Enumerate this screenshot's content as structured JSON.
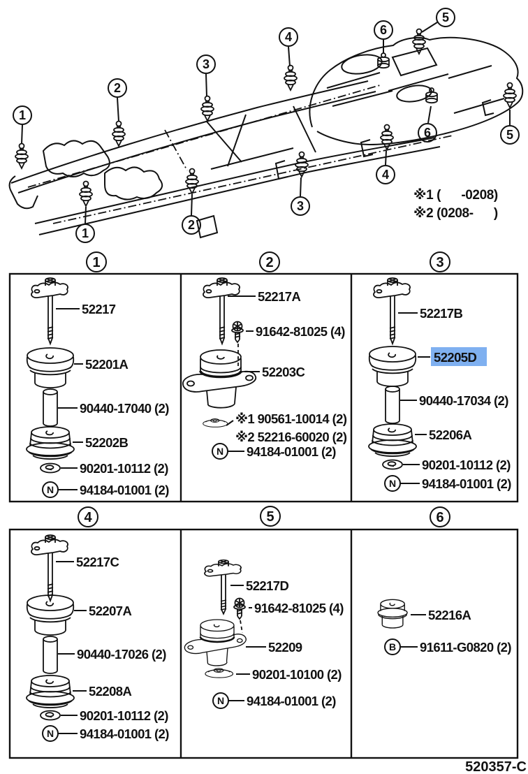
{
  "figure_code": "520357-C",
  "notes": [
    "※1 (      -0208)",
    "※2 (0208-      )"
  ],
  "highlight": {
    "bg": "#7fb0f0",
    "fg": "#1c3e8e"
  },
  "frame_callouts": [
    "1",
    "2",
    "3",
    "1",
    "2",
    "3",
    "4",
    "6",
    "5",
    "4",
    "6",
    "5"
  ],
  "panels": [
    {
      "num": "1",
      "nut": "N",
      "parts": [
        "52217",
        "52201A",
        "90440-17040 (2)",
        "52202B",
        "90201-10112 (2)",
        "94184-01001 (2)"
      ]
    },
    {
      "num": "2",
      "nut": "N",
      "parts": [
        "52217A",
        "91642-81025 (4)",
        "52203C",
        "※1 90561-10014 (2)",
        "※2 52216-60020 (2)",
        "94184-01001 (2)"
      ]
    },
    {
      "num": "3",
      "nut": "N",
      "parts": [
        "52217B",
        "52205D",
        "90440-17034 (2)",
        "52206A",
        "90201-10112 (2)",
        "94184-01001 (2)"
      ]
    },
    {
      "num": "4",
      "nut": "N",
      "parts": [
        "52217C",
        "52207A",
        "90440-17026 (2)",
        "52208A",
        "90201-10112 (2)",
        "94184-01001 (2)"
      ]
    },
    {
      "num": "5",
      "nut": "N",
      "parts": [
        "52217D",
        "91642-81025 (4)",
        "52209",
        "90201-10100 (2)",
        "94184-01001 (2)"
      ]
    },
    {
      "num": "6",
      "bolt": "B",
      "parts": [
        "52216A",
        "91611-G0820 (2)"
      ]
    }
  ]
}
